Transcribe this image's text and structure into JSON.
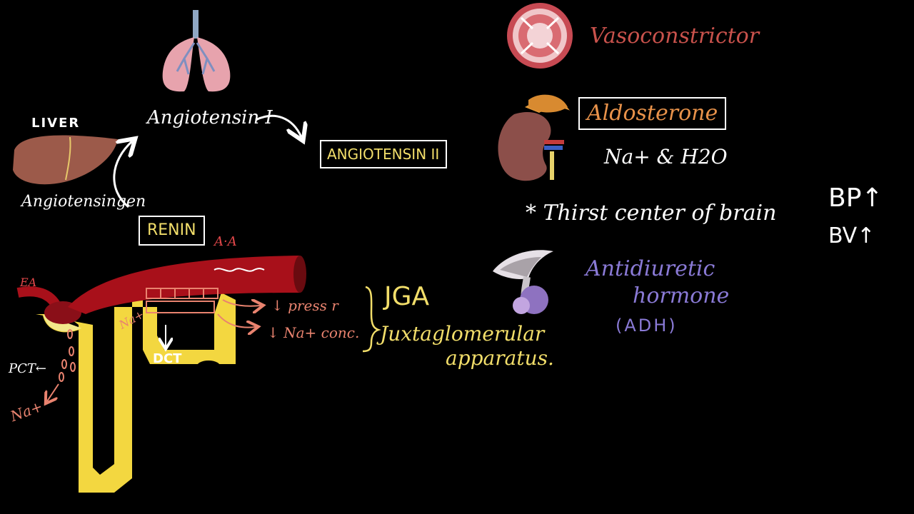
{
  "colors": {
    "background": "#000000",
    "white": "#ffffff",
    "yellow": "#f2de6a",
    "salmon": "#e9836f",
    "vaso_red": "#c9524c",
    "aldo_orange": "#e8924a",
    "adh_purple": "#8a7ad6",
    "artery_red": "#a8101a",
    "tubule_yellow": "#f3d740"
  },
  "labels": {
    "liver": "LIVER",
    "angiotensinogen": "Angiotensingen",
    "angiotensin_i": "Angiotensin I",
    "angiotensin_ii": "ANGIOTENSIN II",
    "renin": "RENIN",
    "aa": "A·A",
    "ea": "EA",
    "na_left": "Na+",
    "dct": "DCT",
    "pct": "PCT←",
    "na_pct": "Na+",
    "press": "↓ press r",
    "na_conc": "↓ Na+ conc.",
    "jga": "JGA",
    "juxta_line1": "Juxtaglomerular",
    "juxta_line2": "apparatus.",
    "vasoconstrictor": "Vasoconstrictor",
    "aldosterone": "Aldosterone",
    "na_h2o": "Na+ & H2O",
    "thirst": "* Thirst center of brain",
    "adh_line1": "Antidiuretic",
    "adh_line2": "hormone",
    "adh_abbr": "(ADH)",
    "bp": "BP↑",
    "bv": "BV↑"
  },
  "icons": [
    "lungs-icon",
    "liver-icon",
    "vessel-cross-section-icon",
    "kidney-adrenal-icon",
    "pituitary-icon",
    "nephron-icon"
  ]
}
